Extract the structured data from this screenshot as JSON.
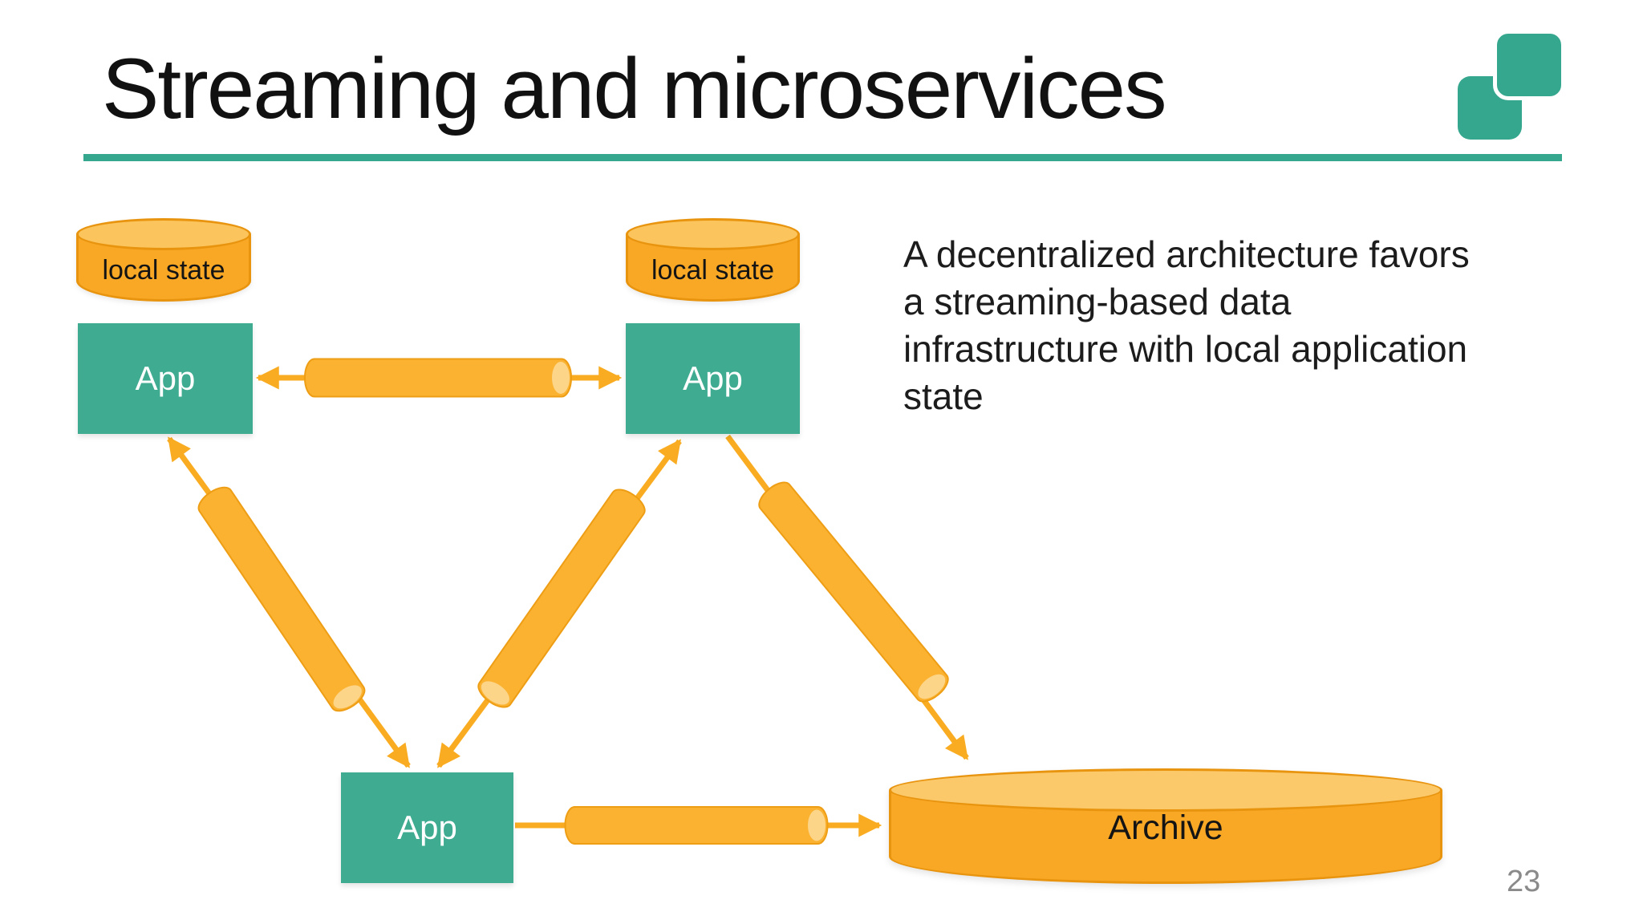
{
  "slide": {
    "title": "Streaming and microservices",
    "page_number": "23",
    "caption_lines": [
      "A decentralized architecture favors",
      "a streaming-based data",
      "infrastructure with local application",
      "state"
    ],
    "colors": {
      "teal_accent": "#35A78E",
      "teal_box": "#3FAC92",
      "orange_cylinder": "#F9A826",
      "orange_cylinder_top": "#FBC45C",
      "orange_pipe": "#FBB231",
      "orange_pipe_highlight": "#FCD589",
      "orange_arrow": "#F9AC21",
      "caption_text": "#1C1C1C",
      "page_number_gray": "#8A8A8A"
    }
  },
  "diagram": {
    "local_state_left": {
      "label": "local state"
    },
    "local_state_right": {
      "label": "local state"
    },
    "app_left": {
      "label": "App"
    },
    "app_right": {
      "label": "App"
    },
    "app_bottom": {
      "label": "App"
    },
    "archive": {
      "label": "Archive"
    }
  }
}
